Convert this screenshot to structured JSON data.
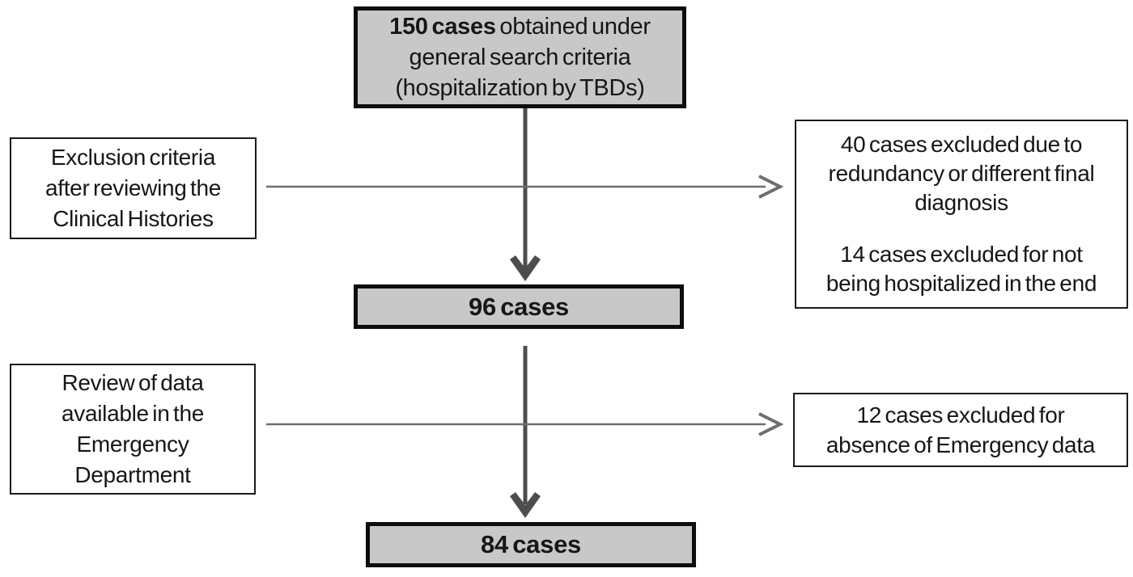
{
  "figure": {
    "type": "flow-diagram",
    "background_color": "#ffffff",
    "gray_box_fill": "#c8c8c8",
    "white_box_fill": "#ffffff",
    "thick_border_color": "#0d0d0d",
    "thin_border_color": "#1a1a1a",
    "dark_arrow_color": "#4d4d4d",
    "light_arrow_color": "#6e6e6e",
    "text_color": "#161616"
  },
  "boxes": {
    "start": {
      "emphasis": "150 cases",
      "line1_rest": " obtained under",
      "line2": "general search criteria",
      "line3": "(hospitalization by TBDs)"
    },
    "exclusion_criteria": {
      "line1": "Exclusion criteria",
      "line2": "after reviewing the",
      "line3": "Clinical Histories"
    },
    "excluded_first": {
      "para1_line1": "40 cases excluded due to",
      "para1_line2": "redundancy or different final",
      "para1_line3": "diagnosis",
      "para2_line1": "14 cases excluded for not",
      "para2_line2": "being hospitalized in the end"
    },
    "cases_96": {
      "label": "96 cases"
    },
    "review_emergency": {
      "line1": "Review of data",
      "line2": "available in the",
      "line3": "Emergency",
      "line4": "Department"
    },
    "excluded_second": {
      "line1": "12 cases excluded for",
      "line2": "absence of Emergency data"
    },
    "cases_84": {
      "label": "84 cases"
    }
  }
}
